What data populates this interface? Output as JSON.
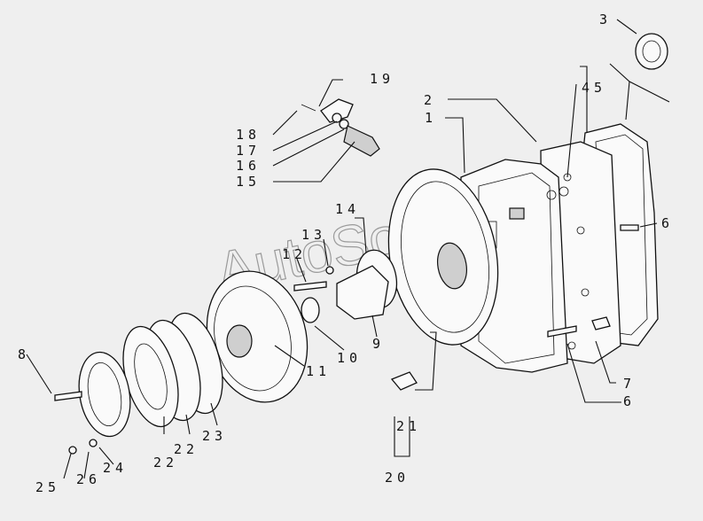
{
  "watermark": "AutoSoft",
  "callouts": [
    {
      "id": "c1",
      "label": "1"
    },
    {
      "id": "c2",
      "label": "2"
    },
    {
      "id": "c3",
      "label": "3"
    },
    {
      "id": "c45",
      "label": "45"
    },
    {
      "id": "c6a",
      "label": "6"
    },
    {
      "id": "c6b",
      "label": "6"
    },
    {
      "id": "c7",
      "label": "7"
    },
    {
      "id": "c8",
      "label": "8"
    },
    {
      "id": "c9",
      "label": "9"
    },
    {
      "id": "c10",
      "label": "10"
    },
    {
      "id": "c11",
      "label": "11"
    },
    {
      "id": "c12",
      "label": "12"
    },
    {
      "id": "c13",
      "label": "13"
    },
    {
      "id": "c14",
      "label": "14"
    },
    {
      "id": "c15",
      "label": "15"
    },
    {
      "id": "c16",
      "label": "16"
    },
    {
      "id": "c17",
      "label": "17"
    },
    {
      "id": "c18",
      "label": "18"
    },
    {
      "id": "c19",
      "label": "19"
    },
    {
      "id": "c20",
      "label": "20"
    },
    {
      "id": "c21",
      "label": "21"
    },
    {
      "id": "c22a",
      "label": "22"
    },
    {
      "id": "c22b",
      "label": "22"
    },
    {
      "id": "c23",
      "label": "23"
    },
    {
      "id": "c24",
      "label": "24"
    },
    {
      "id": "c25",
      "label": "25"
    },
    {
      "id": "c26",
      "label": "26"
    }
  ]
}
